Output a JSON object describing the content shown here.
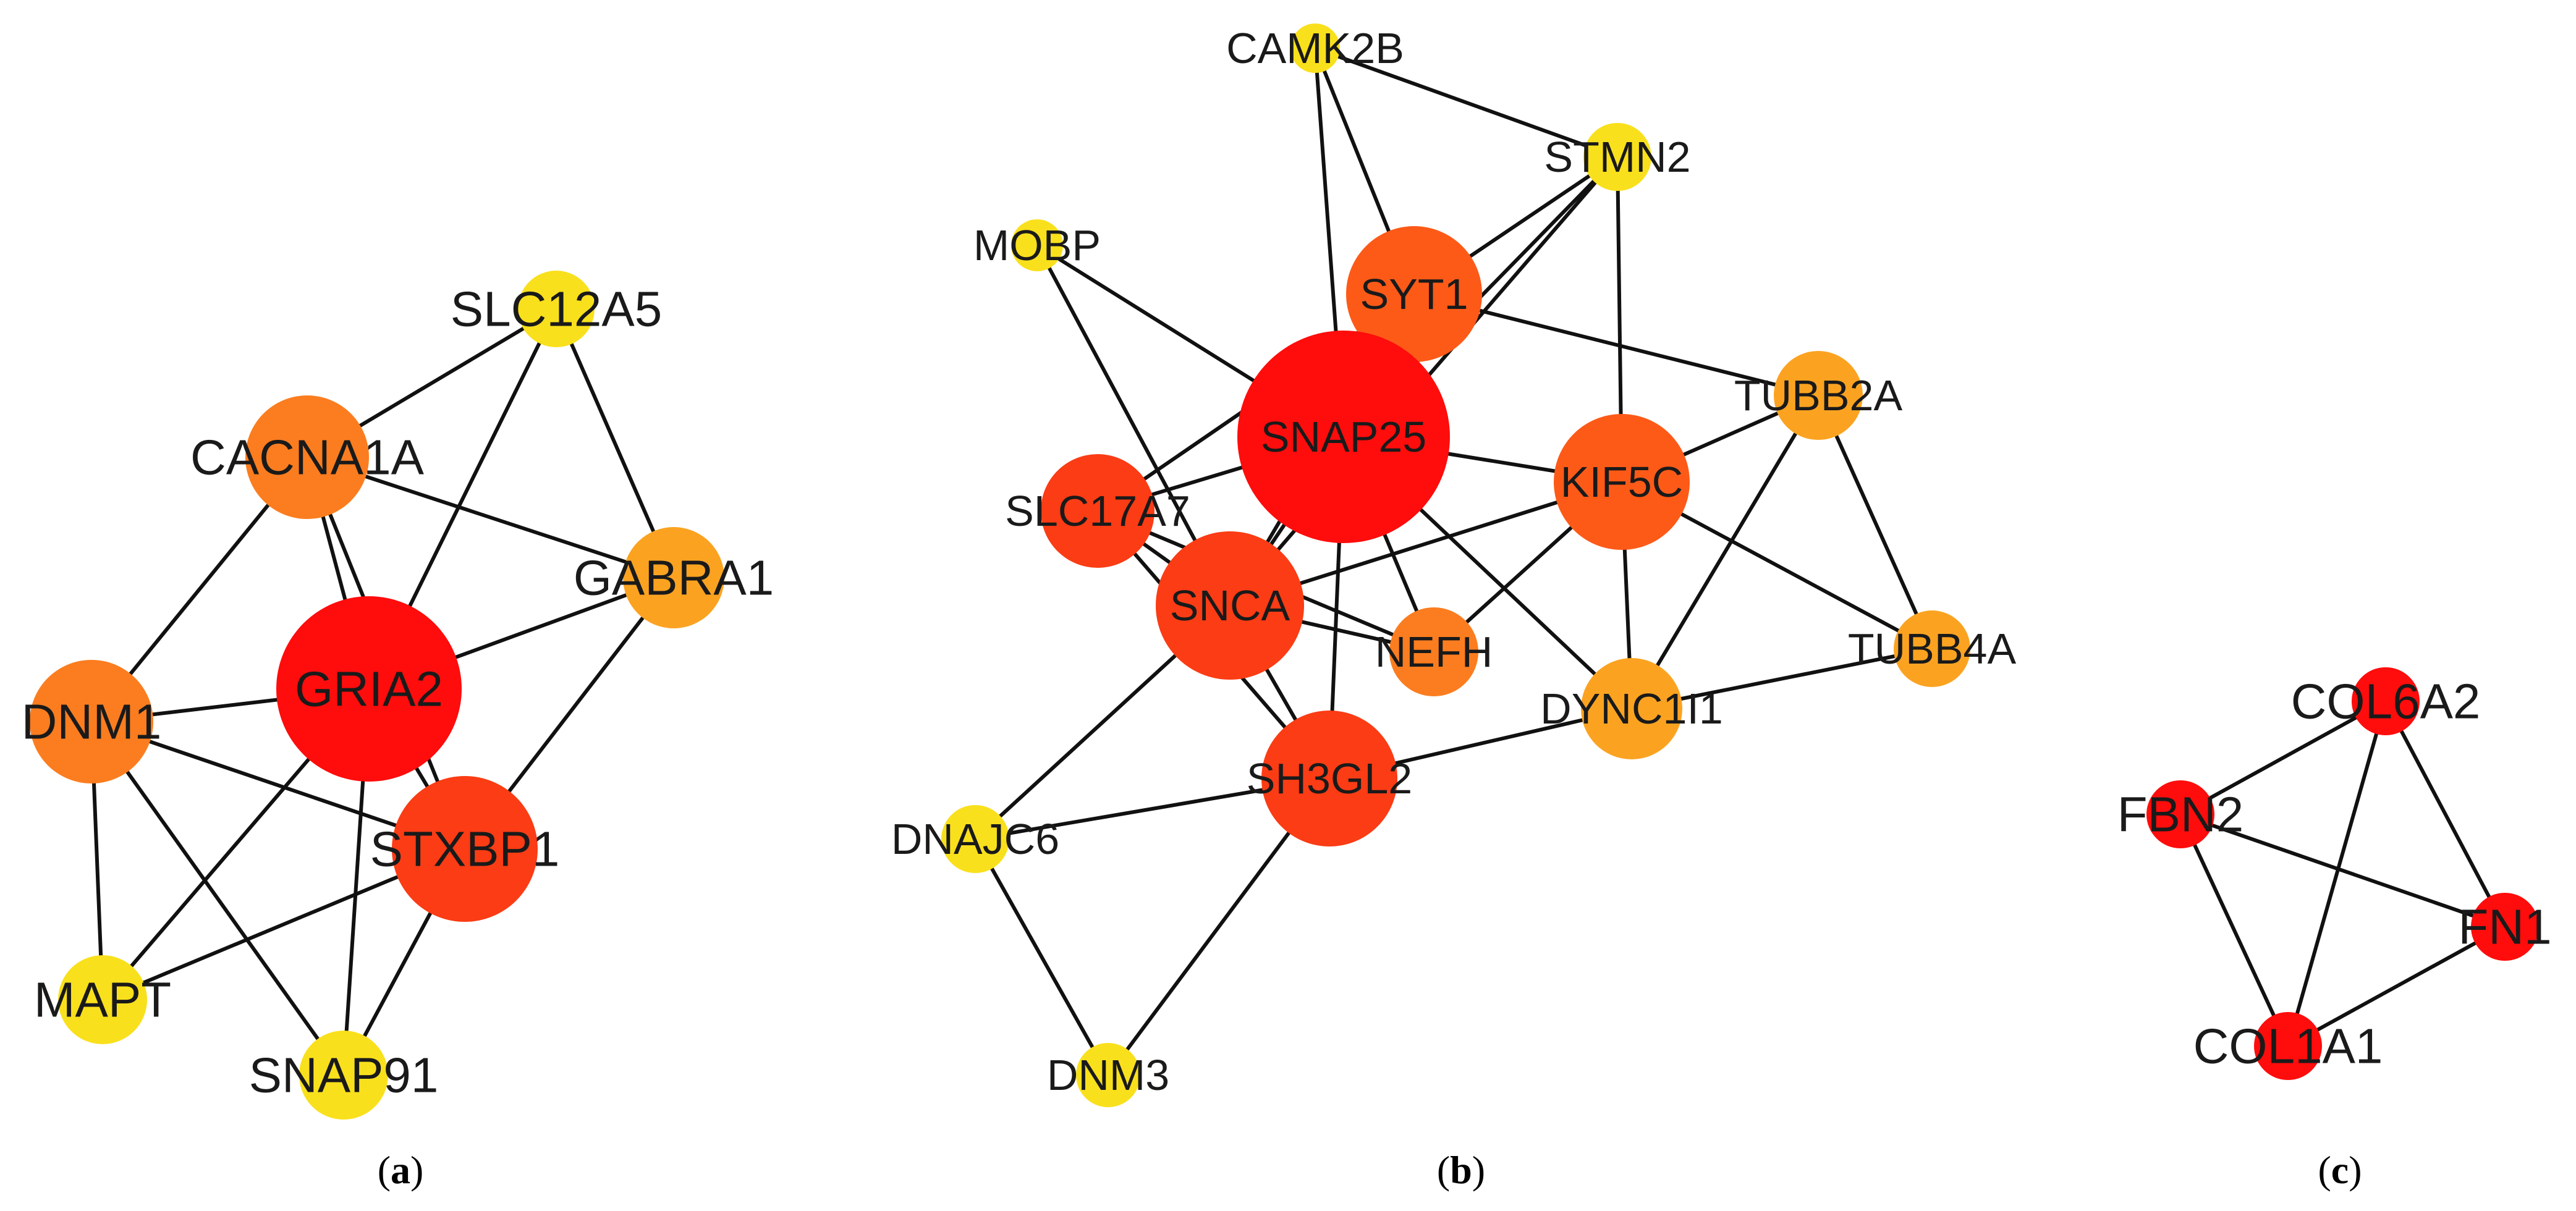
{
  "colors": {
    "red": "#ff0c0c",
    "red_orange": "#fb3c14",
    "orange_red": "#fd5a18",
    "orange": "#fb7d1f",
    "amber": "#fba321",
    "yellow": "#f9e01c",
    "edge": "#111111",
    "background": "#ffffff"
  },
  "panels": [
    {
      "id": "a",
      "caption": {
        "open": "(",
        "letter": "a",
        "close": ")"
      },
      "nodes": [
        {
          "id": "SLC12A5",
          "label": "SLC12A5",
          "color": "yellow"
        },
        {
          "id": "CACNA1A",
          "label": "CACNA1A",
          "color": "orange"
        },
        {
          "id": "GABRA1",
          "label": "GABRA1",
          "color": "amber"
        },
        {
          "id": "GRIA2",
          "label": "GRIA2",
          "color": "red"
        },
        {
          "id": "DNM1",
          "label": "DNM1",
          "color": "orange"
        },
        {
          "id": "STXBP1",
          "label": "STXBP1",
          "color": "red_orange"
        },
        {
          "id": "MAPT",
          "label": "MAPT",
          "color": "yellow"
        },
        {
          "id": "SNAP91",
          "label": "SNAP91",
          "color": "yellow"
        }
      ],
      "edges": [
        [
          "SLC12A5",
          "CACNA1A"
        ],
        [
          "SLC12A5",
          "GABRA1"
        ],
        [
          "SLC12A5",
          "GRIA2"
        ],
        [
          "CACNA1A",
          "GRIA2"
        ],
        [
          "CACNA1A",
          "STXBP1"
        ],
        [
          "CACNA1A",
          "GABRA1"
        ],
        [
          "CACNA1A",
          "DNM1"
        ],
        [
          "GRIA2",
          "GABRA1"
        ],
        [
          "GRIA2",
          "DNM1"
        ],
        [
          "GRIA2",
          "STXBP1"
        ],
        [
          "GRIA2",
          "MAPT"
        ],
        [
          "GRIA2",
          "SNAP91"
        ],
        [
          "GABRA1",
          "STXBP1"
        ],
        [
          "DNM1",
          "STXBP1"
        ],
        [
          "DNM1",
          "MAPT"
        ],
        [
          "DNM1",
          "SNAP91"
        ],
        [
          "STXBP1",
          "MAPT"
        ],
        [
          "STXBP1",
          "SNAP91"
        ]
      ]
    },
    {
      "id": "b",
      "caption": {
        "open": "(",
        "letter": "b",
        "close": ")"
      },
      "nodes": [
        {
          "id": "CAMK2B",
          "label": "CAMK2B",
          "color": "yellow"
        },
        {
          "id": "STMN2",
          "label": "STMN2",
          "color": "yellow"
        },
        {
          "id": "MOBP",
          "label": "MOBP",
          "color": "yellow"
        },
        {
          "id": "SYT1",
          "label": "SYT1",
          "color": "orange_red"
        },
        {
          "id": "SNAP25",
          "label": "SNAP25",
          "color": "red"
        },
        {
          "id": "TUBB2A",
          "label": "TUBB2A",
          "color": "amber"
        },
        {
          "id": "KIF5C",
          "label": "KIF5C",
          "color": "orange_red"
        },
        {
          "id": "SLC17A7",
          "label": "SLC17A7",
          "color": "red_orange"
        },
        {
          "id": "SNCA",
          "label": "SNCA",
          "color": "red_orange"
        },
        {
          "id": "NEFH",
          "label": "NEFH",
          "color": "orange"
        },
        {
          "id": "TUBB4A",
          "label": "TUBB4A",
          "color": "amber"
        },
        {
          "id": "DYNC1I1",
          "label": "DYNC1I1",
          "color": "amber"
        },
        {
          "id": "SH3GL2",
          "label": "SH3GL2",
          "color": "red_orange"
        },
        {
          "id": "DNAJC6",
          "label": "DNAJC6",
          "color": "yellow"
        },
        {
          "id": "DNM3",
          "label": "DNM3",
          "color": "yellow"
        }
      ],
      "edges": [
        [
          "CAMK2B",
          "SYT1"
        ],
        [
          "CAMK2B",
          "SNAP25"
        ],
        [
          "CAMK2B",
          "STMN2"
        ],
        [
          "STMN2",
          "SYT1"
        ],
        [
          "STMN2",
          "SNAP25"
        ],
        [
          "STMN2",
          "SNCA"
        ],
        [
          "STMN2",
          "KIF5C"
        ],
        [
          "MOBP",
          "SNAP25"
        ],
        [
          "MOBP",
          "SNCA"
        ],
        [
          "SYT1",
          "SNAP25"
        ],
        [
          "SYT1",
          "SNCA"
        ],
        [
          "SYT1",
          "TUBB2A"
        ],
        [
          "SYT1",
          "SLC17A7"
        ],
        [
          "SNAP25",
          "KIF5C"
        ],
        [
          "SNAP25",
          "SLC17A7"
        ],
        [
          "SNAP25",
          "SNCA"
        ],
        [
          "SNAP25",
          "NEFH"
        ],
        [
          "SNAP25",
          "SH3GL2"
        ],
        [
          "SNAP25",
          "DYNC1I1"
        ],
        [
          "KIF5C",
          "TUBB2A"
        ],
        [
          "KIF5C",
          "SNCA"
        ],
        [
          "KIF5C",
          "NEFH"
        ],
        [
          "KIF5C",
          "DYNC1I1"
        ],
        [
          "KIF5C",
          "TUBB4A"
        ],
        [
          "TUBB2A",
          "TUBB4A"
        ],
        [
          "TUBB2A",
          "DYNC1I1"
        ],
        [
          "SLC17A7",
          "SNCA"
        ],
        [
          "SLC17A7",
          "NEFH"
        ],
        [
          "SLC17A7",
          "SH3GL2"
        ],
        [
          "SNCA",
          "NEFH"
        ],
        [
          "SNCA",
          "SH3GL2"
        ],
        [
          "SNCA",
          "DNAJC6"
        ],
        [
          "DYNC1I1",
          "TUBB4A"
        ],
        [
          "DYNC1I1",
          "SH3GL2"
        ],
        [
          "SH3GL2",
          "DNAJC6"
        ],
        [
          "SH3GL2",
          "DNM3"
        ],
        [
          "DNAJC6",
          "DNM3"
        ]
      ]
    },
    {
      "id": "c",
      "caption": {
        "open": "(",
        "letter": "c",
        "close": ")"
      },
      "nodes": [
        {
          "id": "COL6A2",
          "label": "COL6A2",
          "color": "red"
        },
        {
          "id": "FBN2",
          "label": "FBN2",
          "color": "red"
        },
        {
          "id": "FN1",
          "label": "FN1",
          "color": "red"
        },
        {
          "id": "COL1A1",
          "label": "COL1A1",
          "color": "red"
        }
      ],
      "edges": [
        [
          "COL6A2",
          "FBN2"
        ],
        [
          "COL6A2",
          "FN1"
        ],
        [
          "COL6A2",
          "COL1A1"
        ],
        [
          "FBN2",
          "FN1"
        ],
        [
          "FBN2",
          "COL1A1"
        ],
        [
          "FN1",
          "COL1A1"
        ]
      ]
    }
  ]
}
